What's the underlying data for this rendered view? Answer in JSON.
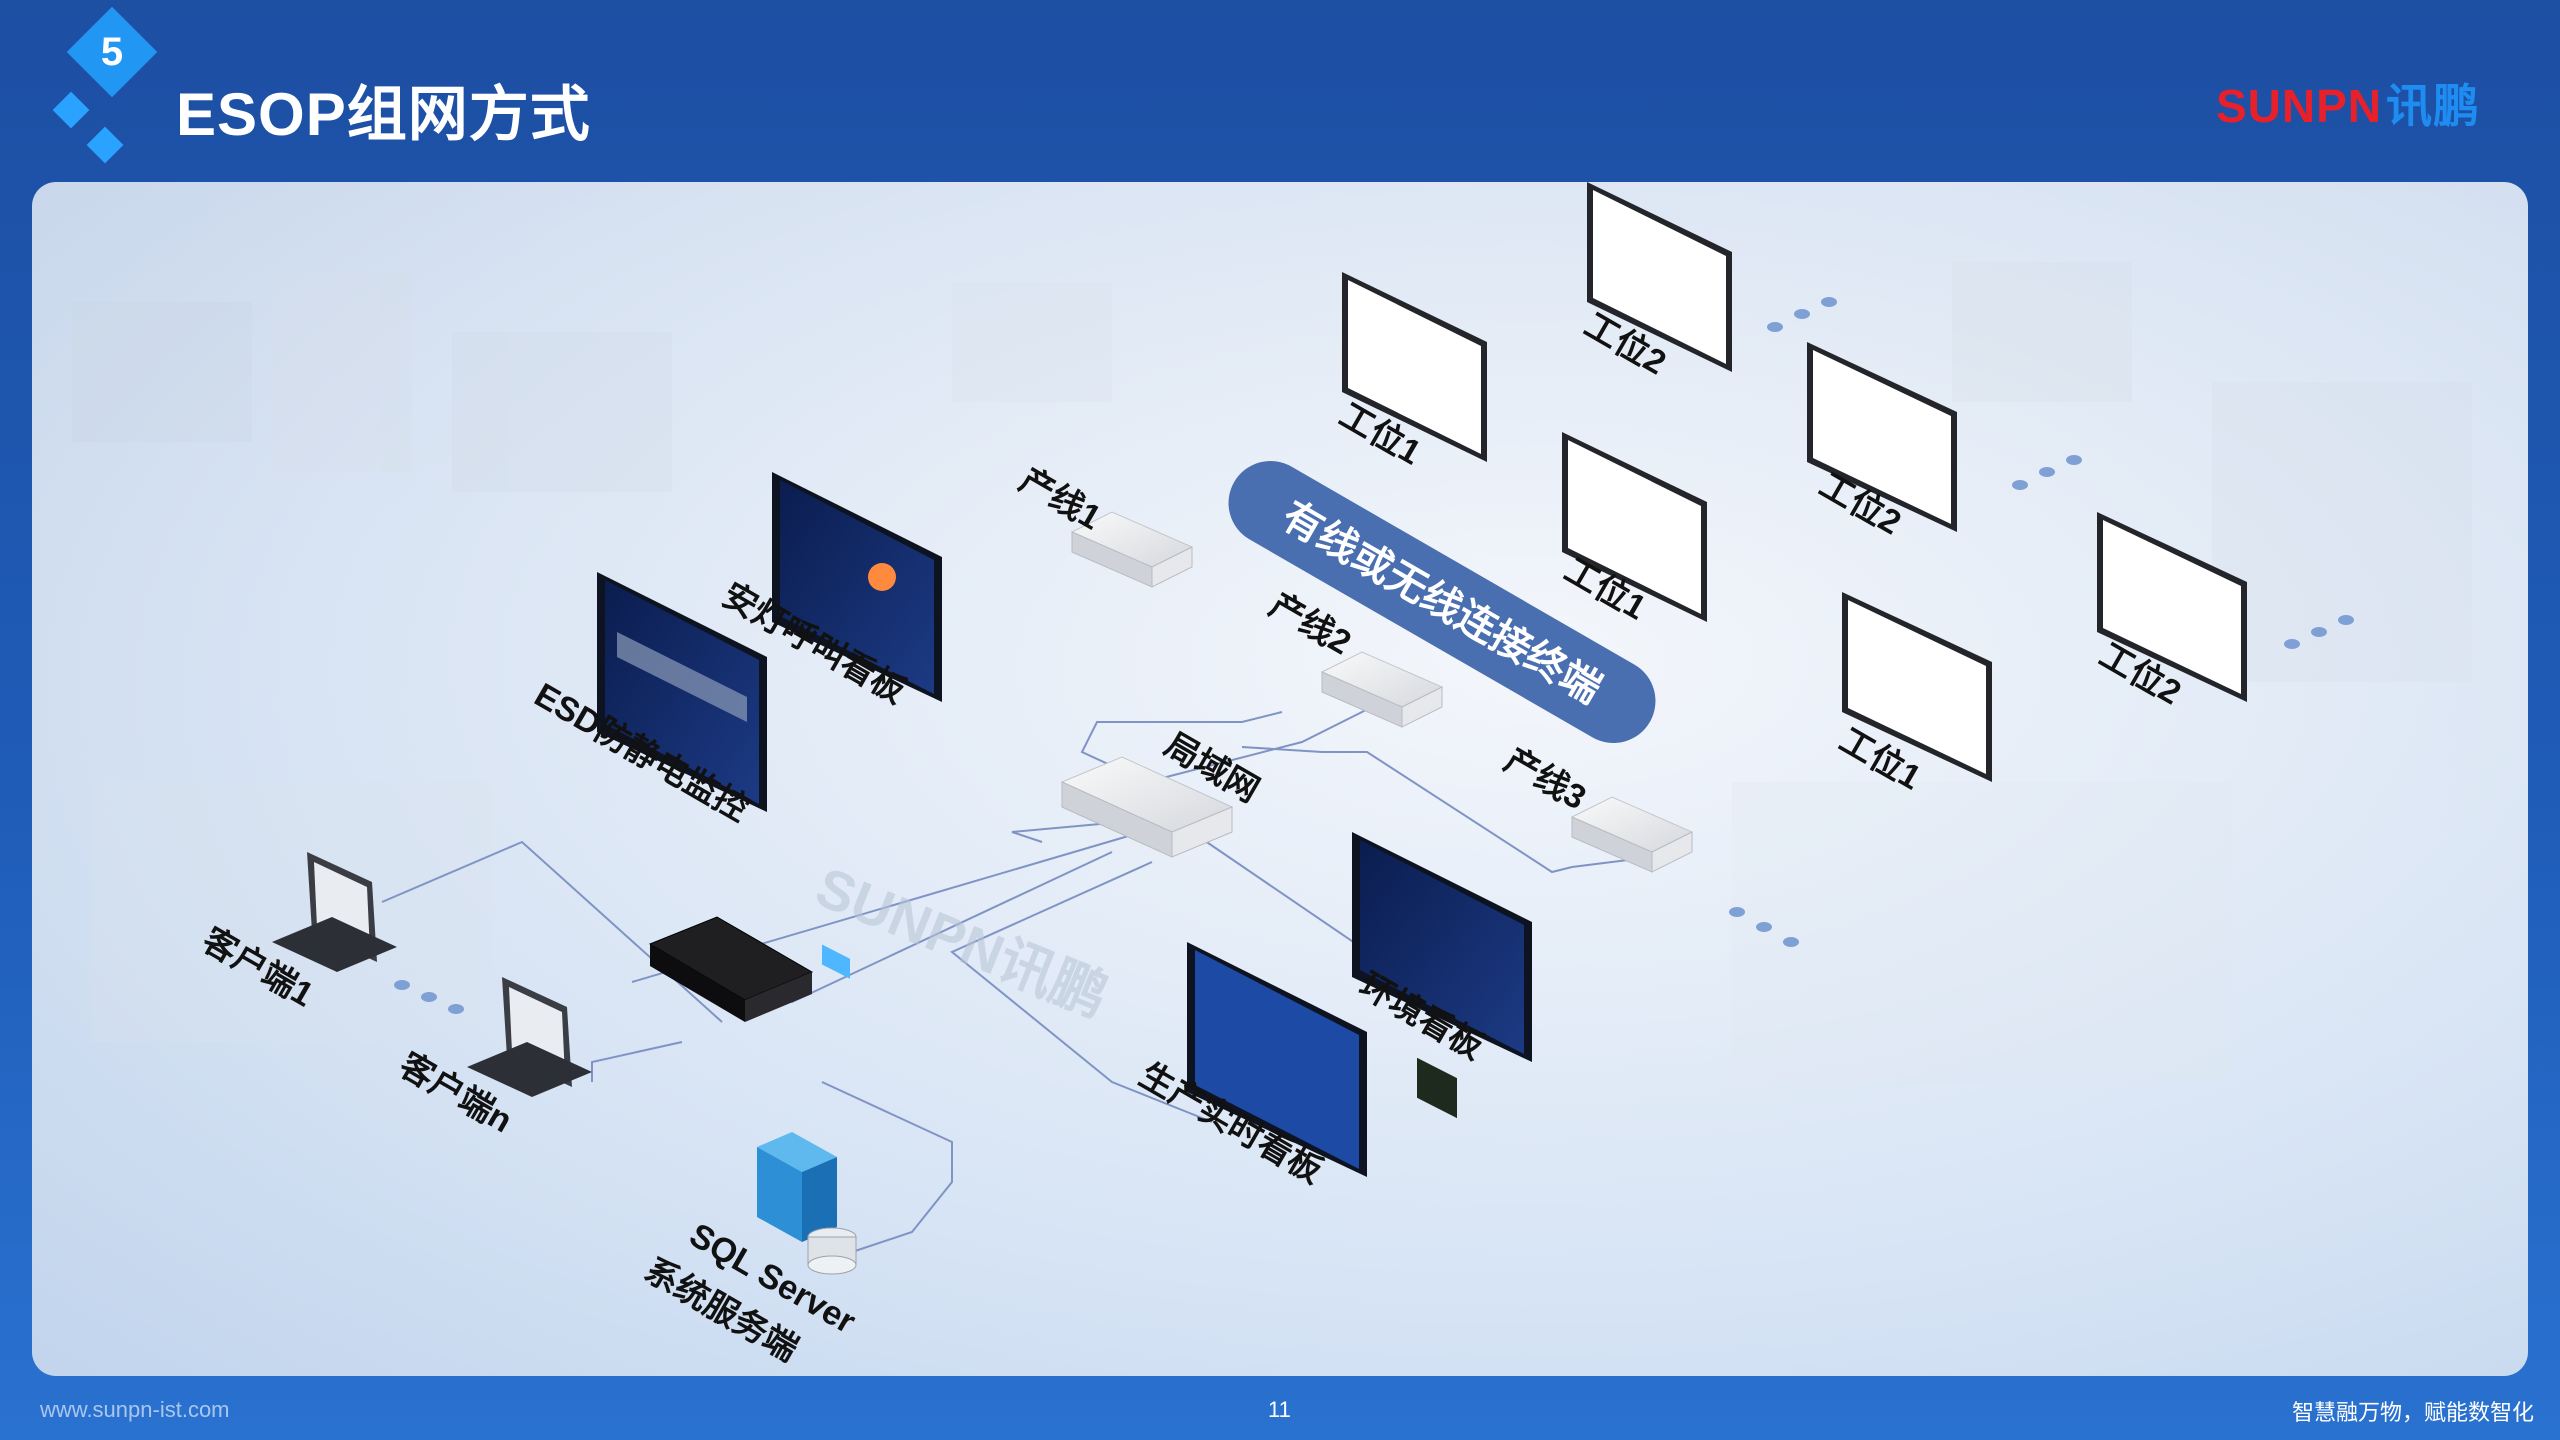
{
  "header": {
    "section_number": "5",
    "title": "ESOP组网方式",
    "logo_en": "SUNPN",
    "logo_cn": "讯鹏"
  },
  "diagram": {
    "center_node": "局域网",
    "wireless_label": "有线或无线连接终端",
    "watermark": "SUNPN讯鹏",
    "lines": [
      "产线1",
      "产线2",
      "产线3"
    ],
    "stations": {
      "line1_a": "工位1",
      "line1_b": "工位2",
      "line2_a": "工位1",
      "line2_b": "工位2",
      "line3_a": "工位1",
      "line3_b": "工位2"
    },
    "boards": {
      "andon": "安灯呼叫看板",
      "esd": "ESD防静电监控",
      "environment": "环境看板",
      "production": "生产实时看板"
    },
    "clients": {
      "client1": "客户端1",
      "clientn": "客户端n"
    },
    "server": {
      "line1": "SQL Server",
      "line2": "系统服务端"
    }
  },
  "footer": {
    "url": "www.sunpn-ist.com",
    "page": "11",
    "slogan": "智慧融万物，赋能数智化"
  },
  "colors": {
    "header_bg": "#1d4fa3",
    "accent_blue": "#2196f3",
    "logo_red": "#e8202a",
    "logo_blue": "#1e8cf0",
    "wireless_pill": "#4a6fb0"
  }
}
